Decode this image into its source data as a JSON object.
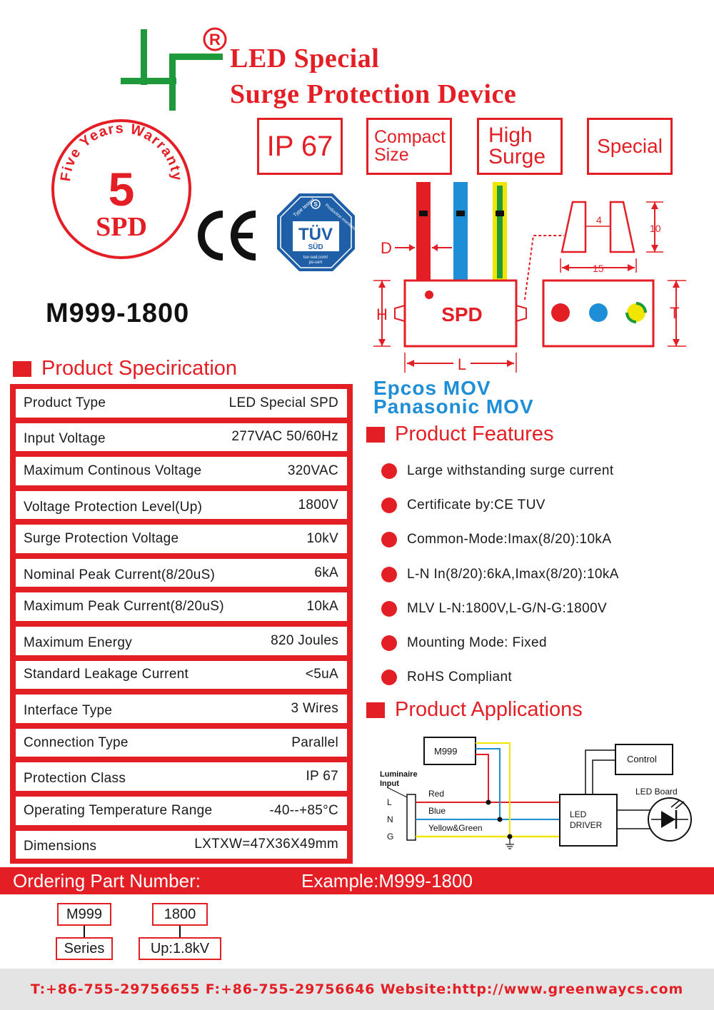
{
  "header": {
    "logo_mark": "®",
    "title_line1": "LED Special",
    "title_line2": "Surge Protection Device"
  },
  "badges": [
    {
      "text": "IP 67"
    },
    {
      "text1": "Compact",
      "text2": "Size"
    },
    {
      "text1": "High",
      "text2": "Surge"
    },
    {
      "text": "Special"
    }
  ],
  "warranty": {
    "arc_text": "Five Years Warranty",
    "number": "5",
    "label": "SPD"
  },
  "certs": {
    "ce": "CE",
    "tuv_top_left": "Type tested",
    "tuv_top_right": "Production monitored",
    "tuv_main": "TÜV",
    "tuv_sub": "SÜD",
    "tuv_url1": "tuv-sud.com/",
    "tuv_url2": "ps-cert"
  },
  "model": "M999-1800",
  "diagram": {
    "d_label": "D",
    "h_label": "H",
    "l_label": "L",
    "t_label": "T",
    "spd_label": "SPD",
    "dim_4": "4",
    "dim_10": "10",
    "dim_15": "15"
  },
  "mov": {
    "line1": "Epcos MOV",
    "line2": "Panasonic MOV"
  },
  "spec": {
    "heading": "Product Specirication",
    "rows": [
      {
        "label": "Product Type",
        "value": "LED Special SPD"
      },
      {
        "label": "Input  Voltage",
        "value": "277VAC 50/60Hz"
      },
      {
        "label": "Maximum Continous Voltage",
        "value": "320VAC"
      },
      {
        "label": "Voltage Protection Level(Up)",
        "value": "1800V"
      },
      {
        "label": "Surge Protection Voltage",
        "value": "10kV"
      },
      {
        "label": "Nominal Peak Current(8/20uS)",
        "value": "6kA"
      },
      {
        "label": "Maximum Peak Current(8/20uS)",
        "value": "10kA"
      },
      {
        "label": "Maximum Energy",
        "value": "820 Joules"
      },
      {
        "label": "Standard Leakage Current",
        "value": "<5uA"
      },
      {
        "label": "Interface Type",
        "value": "3 Wires"
      },
      {
        "label": "Connection Type",
        "value": "Parallel"
      },
      {
        "label": "Protection Class",
        "value": "IP 67"
      },
      {
        "label": "Operating Temperature Range",
        "value": "-40--+85°C"
      },
      {
        "label": "Dimensions",
        "value": "LXTXW=47X36X49mm"
      }
    ]
  },
  "features": {
    "heading": "Product Features",
    "items": [
      "Large withstanding surge current",
      "Certificate by:CE TUV",
      "Common-Mode:Imax(8/20):10kA",
      "L-N In(8/20):6kA,Imax(8/20):10kA",
      "MLV L-N:1800V,L-G/N-G:1800V",
      "Mounting Mode: Fixed",
      "RoHS Compliant"
    ]
  },
  "applications": {
    "heading": "Product Applications",
    "m999": "M999",
    "luminaire1": "Luminaire",
    "luminaire2": "Input",
    "l": "L",
    "n": "N",
    "g": "G",
    "red": "Red",
    "blue": "Blue",
    "yellow_green": "Yellow&Green",
    "driver1": "LED",
    "driver2": "DRIVER",
    "control": "Control",
    "led_board": "LED Board"
  },
  "ordering": {
    "label": "Ordering Part Number:",
    "example": "Example:M999-1800",
    "series_code": "M999",
    "series_label": "Series",
    "up_code": "1800",
    "up_label": "Up:1.8kV"
  },
  "footer": {
    "contact": "T:+86-755-29756655 F:+86-755-29756646  Website:http://www.greenwaycs.com"
  },
  "colors": {
    "brand_red": "#e31e24",
    "logo_green": "#1e9a3c",
    "wire_blue": "#1e8fd6",
    "wire_yellow": "#f2e500",
    "tuv_blue": "#1f5fa8"
  }
}
